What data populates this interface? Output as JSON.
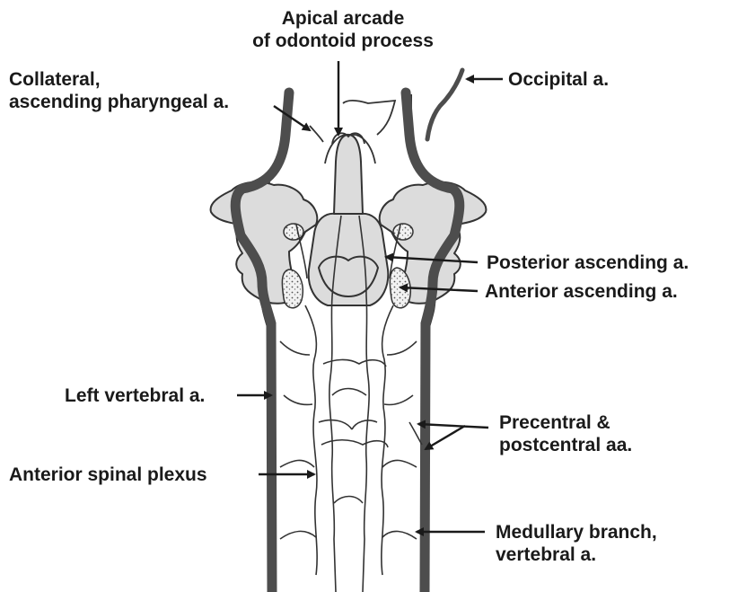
{
  "labels": {
    "apical_line1": "Apical arcade",
    "apical_line2": "of odontoid process",
    "collateral_line1": "Collateral,",
    "collateral_line2": "ascending pharyngeal a.",
    "occipital": "Occipital a.",
    "posterior_ascending": "Posterior ascending a.",
    "anterior_ascending": "Anterior ascending a.",
    "left_vertebral": "Left vertebral a.",
    "precentral_line1": "Precentral &",
    "precentral_line2": "postcentral aa.",
    "anterior_spinal_plexus": "Anterior spinal plexus",
    "medullary_line1": "Medullary branch,",
    "medullary_line2": "vertebral a."
  },
  "colors": {
    "vertebral_artery": "#4d4d4d",
    "bone_fill": "#dcdcdc",
    "outline": "#333333",
    "label_text": "#1a1a1a"
  }
}
